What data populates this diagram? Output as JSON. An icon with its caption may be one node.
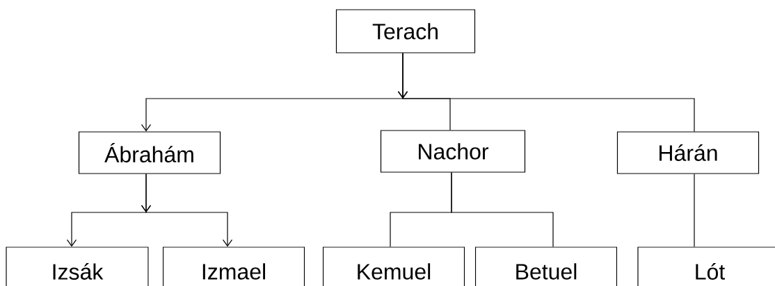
{
  "diagram": {
    "nodes": [
      {
        "text": [
          "Terach"
        ]
      },
      {
        "text": [
          "Ábrahám"
        ]
      },
      {
        "text": [
          "Nachor"
        ]
      },
      {
        "text": [
          "Hárán"
        ]
      },
      {
        "text": [
          "Izsák"
        ]
      },
      {
        "text": [
          "Izmael"
        ]
      },
      {
        "text": [
          "Kemuel"
        ]
      },
      {
        "text": [
          "Betuel"
        ]
      },
      {
        "text": [
          "Lót"
        ]
      }
    ],
    "edges": [
      {
        "from": 0,
        "to": 1,
        "arrow": "to"
      },
      {
        "from": 0,
        "to": 2,
        "arrow": "to"
      },
      {
        "from": 0,
        "to": 3,
        "arrow": "to"
      },
      {
        "from": 1,
        "to": 4,
        "arrow": "to"
      },
      {
        "from": 1,
        "to": 5,
        "arrow": "to"
      },
      {
        "from": 2,
        "to": 6,
        "arrow": "none"
      },
      {
        "from": 2,
        "to": 7,
        "arrow": "none"
      },
      {
        "from": 3,
        "to": 8,
        "arrow": "none"
      }
    ]
  }
}
